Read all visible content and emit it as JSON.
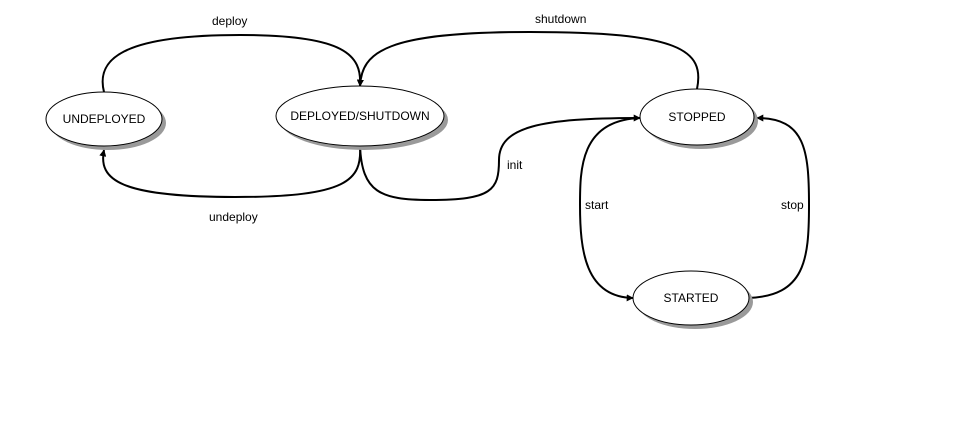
{
  "diagram": {
    "nodes": [
      {
        "id": "undeployed",
        "label": "UNDEPLOYED"
      },
      {
        "id": "deployed",
        "label": "DEPLOYED/SHUTDOWN"
      },
      {
        "id": "stopped",
        "label": "STOPPED"
      },
      {
        "id": "started",
        "label": "STARTED"
      }
    ],
    "edges": [
      {
        "id": "deploy",
        "label": "deploy",
        "from": "undeployed",
        "to": "deployed"
      },
      {
        "id": "undeploy",
        "label": "undeploy",
        "from": "deployed",
        "to": "undeployed"
      },
      {
        "id": "shutdown",
        "label": "shutdown",
        "from": "stopped",
        "to": "deployed"
      },
      {
        "id": "init",
        "label": "init",
        "from": "deployed",
        "to": "stopped"
      },
      {
        "id": "start",
        "label": "start",
        "from": "stopped",
        "to": "started"
      },
      {
        "id": "stop",
        "label": "stop",
        "from": "started",
        "to": "stopped"
      }
    ],
    "colors": {
      "stroke": "#000000",
      "fill": "#ffffff",
      "shadow": "#9a9a9a"
    }
  }
}
